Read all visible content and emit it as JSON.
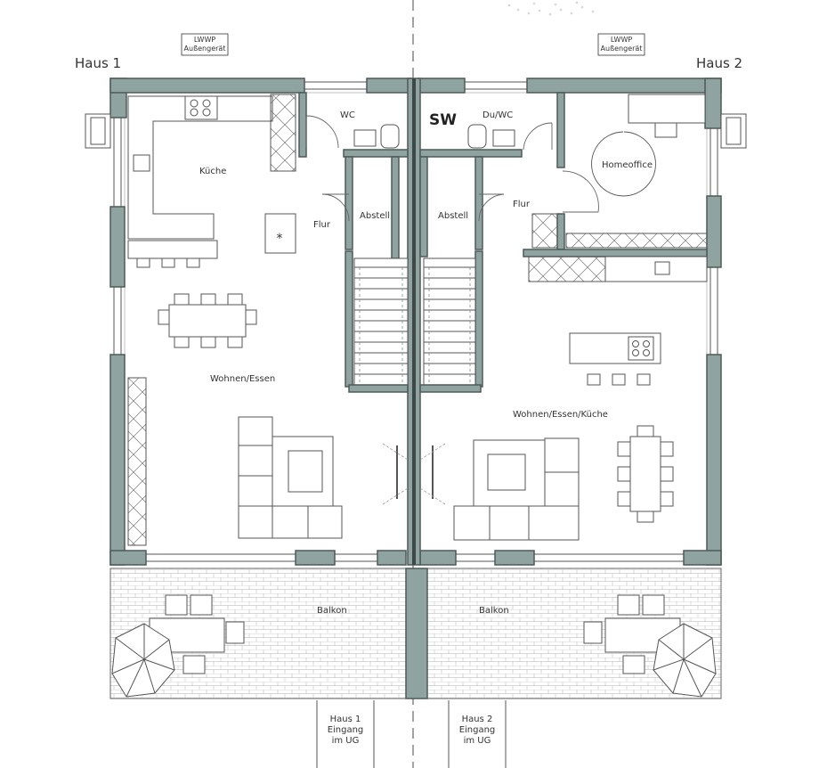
{
  "houses": {
    "left": "Haus 1",
    "right": "Haus 2"
  },
  "outdoor_units": {
    "left": [
      "LWWP",
      "Außengerät"
    ],
    "right": [
      "LWWP",
      "Außengerät"
    ]
  },
  "rooms": {
    "kueche": "Küche",
    "wc": "WC",
    "flur_left": "Flur",
    "abstell_left": "Abstell",
    "wohnen_essen": "Wohnen/Essen",
    "balkon_left": "Balkon",
    "sw": "SW",
    "du_wc": "Du/WC",
    "abstell_right": "Abstell",
    "flur_right": "Flur",
    "homeoffice": "Homeoffice",
    "wohnen_essen_kueche": "Wohnen/Essen/Küche",
    "balkon_right": "Balkon"
  },
  "entrances": {
    "left": [
      "Haus 1",
      "Eingang",
      "im UG"
    ],
    "right": [
      "Haus 2",
      "Eingang",
      "im UG"
    ]
  },
  "symbols": {
    "fireplace": "*"
  }
}
